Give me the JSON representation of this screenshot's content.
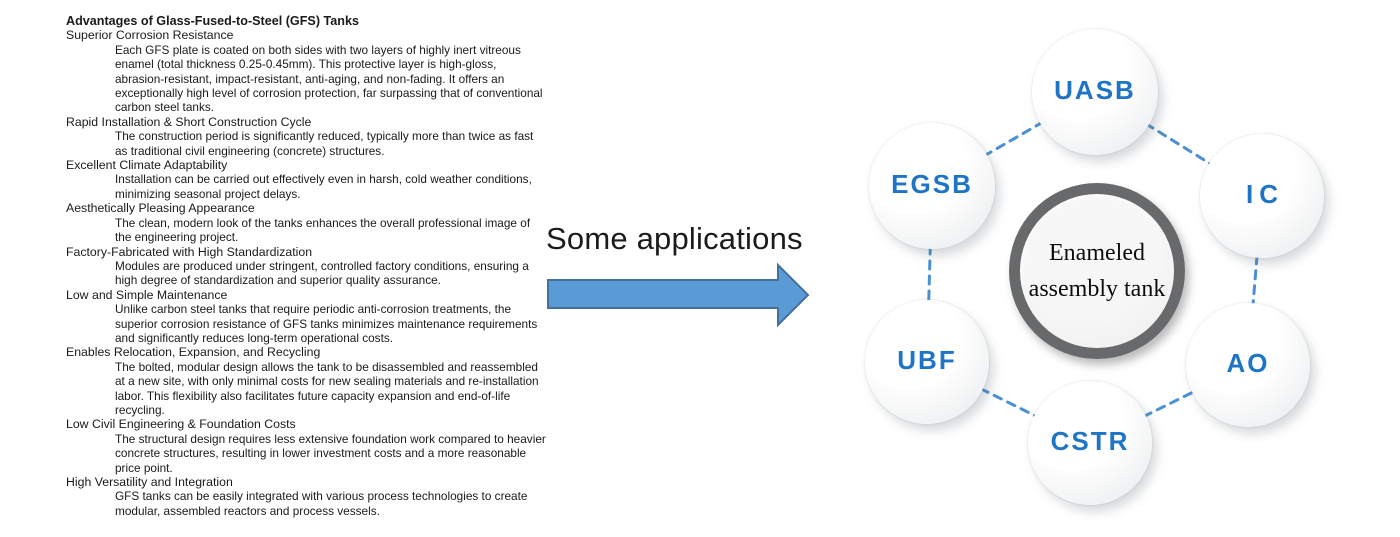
{
  "document": {
    "title": "Advantages of Glass-Fused-to-Steel (GFS) Tanks",
    "sections": [
      {
        "heading": "Superior Corrosion Resistance",
        "body": "Each GFS plate is coated on both sides with two layers of highly inert vitreous enamel (total thickness 0.25-0.45mm). This protective layer is high-gloss, abrasion-resistant, impact-resistant, anti-aging, and non-fading. It offers an exceptionally high level of corrosion protection, far surpassing that of conventional carbon steel tanks."
      },
      {
        "heading": "Rapid Installation & Short Construction Cycle",
        "body": "The construction period is significantly reduced, typically more than twice as fast as traditional civil engineering (concrete) structures."
      },
      {
        "heading": "Excellent Climate Adaptability",
        "body": "Installation can be carried out effectively even in harsh, cold weather conditions, minimizing seasonal project delays."
      },
      {
        "heading": "Aesthetically Pleasing Appearance",
        "body": "The clean, modern look of the tanks enhances the overall professional image of the engineering project."
      },
      {
        "heading": "Factory-Fabricated with High Standardization",
        "body": "Modules are produced under stringent, controlled factory conditions, ensuring a high degree of standardization and superior quality assurance."
      },
      {
        "heading": "Low and Simple Maintenance",
        "body": "Unlike carbon steel tanks that require periodic anti-corrosion treatments, the superior corrosion resistance of GFS tanks minimizes maintenance requirements and significantly reduces long-term operational costs."
      },
      {
        "heading": "Enables Relocation, Expansion, and Recycling",
        "body": "The bolted, modular design allows the tank to be disassembled and reassembled at a new site, with only minimal costs for new sealing materials and re-installation labor. This flexibility also facilitates future capacity expansion and end-of-life recycling."
      },
      {
        "heading": "Low Civil Engineering & Foundation Costs",
        "body": "The structural design requires less extensive foundation work compared to heavier concrete structures, resulting in lower investment costs and a more reasonable price point."
      },
      {
        "heading": "High Versatility and Integration",
        "body": "GFS tanks can be easily integrated with various process technologies to create modular, assembled reactors and process vessels."
      }
    ]
  },
  "transition": {
    "label": "Some applications",
    "arrow_icon": "right-block-arrow",
    "arrow_fill": "#5B9BD5",
    "arrow_border": "#41719C"
  },
  "diagram": {
    "center": {
      "line1": "Enameled",
      "line2": "assembly tank"
    },
    "nodes": [
      {
        "id": "uasb",
        "label": "UASB"
      },
      {
        "id": "egsb",
        "label": "EGSB"
      },
      {
        "id": "ic",
        "label": "IC"
      },
      {
        "id": "ubf",
        "label": "UBF"
      },
      {
        "id": "ao",
        "label": "AO"
      },
      {
        "id": "cstr",
        "label": "CSTR"
      }
    ],
    "connections": [
      [
        "uasb",
        "egsb"
      ],
      [
        "uasb",
        "ic"
      ],
      [
        "egsb",
        "ubf"
      ],
      [
        "ic",
        "ao"
      ],
      [
        "ubf",
        "cstr"
      ],
      [
        "cstr",
        "ao"
      ]
    ],
    "label_color": "#1E74C5",
    "dash_color": "#4A90D2",
    "center_ring_color": "#67696B"
  }
}
